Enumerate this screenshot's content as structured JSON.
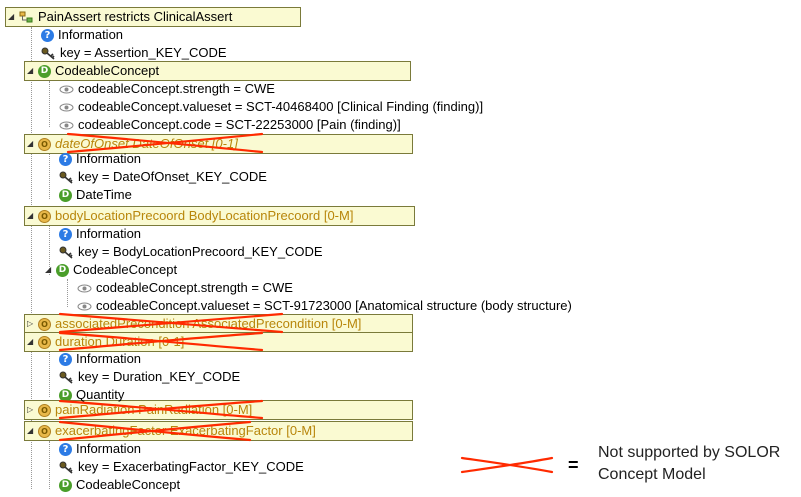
{
  "tree": {
    "root": "PainAssert restricts ClinicalAssert",
    "information": "Information",
    "root_key": "key = Assertion_KEY_CODE",
    "codeable1": {
      "label": "CodeableConcept",
      "strength": "codeableConcept.strength = CWE",
      "valueset": "codeableConcept.valueset = SCT-40468400 [Clinical Finding (finding)]",
      "code": "codeableConcept.code = SCT-22253000 [Pain (finding)]"
    },
    "dateOfOnset": {
      "label": "dateOfOnset DateOfOnset [0-1]",
      "information": "Information",
      "key": "key = DateOfOnset_KEY_CODE",
      "type": "DateTime"
    },
    "bodyLocation": {
      "label": "bodyLocationPrecoord BodyLocationPrecoord [0-M]",
      "information": "Information",
      "key": "key = BodyLocationPrecoord_KEY_CODE",
      "codeable": "CodeableConcept",
      "strength": "codeableConcept.strength = CWE",
      "valueset": "codeableConcept.valueset = SCT-91723000 [Anatomical structure (body structure)"
    },
    "associated": {
      "label": "associatedPrecondition AssociatedPrecondition [0-M]"
    },
    "duration": {
      "label": "duration Duration [0-1]",
      "information": "Information",
      "key": "key = Duration_KEY_CODE",
      "type": "Quantity"
    },
    "painRadiation": {
      "label": "painRadiation PainRadiation [0-M]"
    },
    "exacerbating": {
      "label": "exacerbatingFactor ExacerbatingFactor [0-M]",
      "information": "Information",
      "key": "key = ExacerbatingFactor_KEY_CODE",
      "codeable": "CodeableConcept"
    }
  },
  "legend": {
    "equals": "=",
    "line1": "Not supported by SOLOR",
    "line2": "Concept Model"
  },
  "colors": {
    "cross": "#ff2a00",
    "highlight": "#fafad2",
    "highlight_border": "#7a7a3a",
    "optional_text": "#b8860b"
  }
}
